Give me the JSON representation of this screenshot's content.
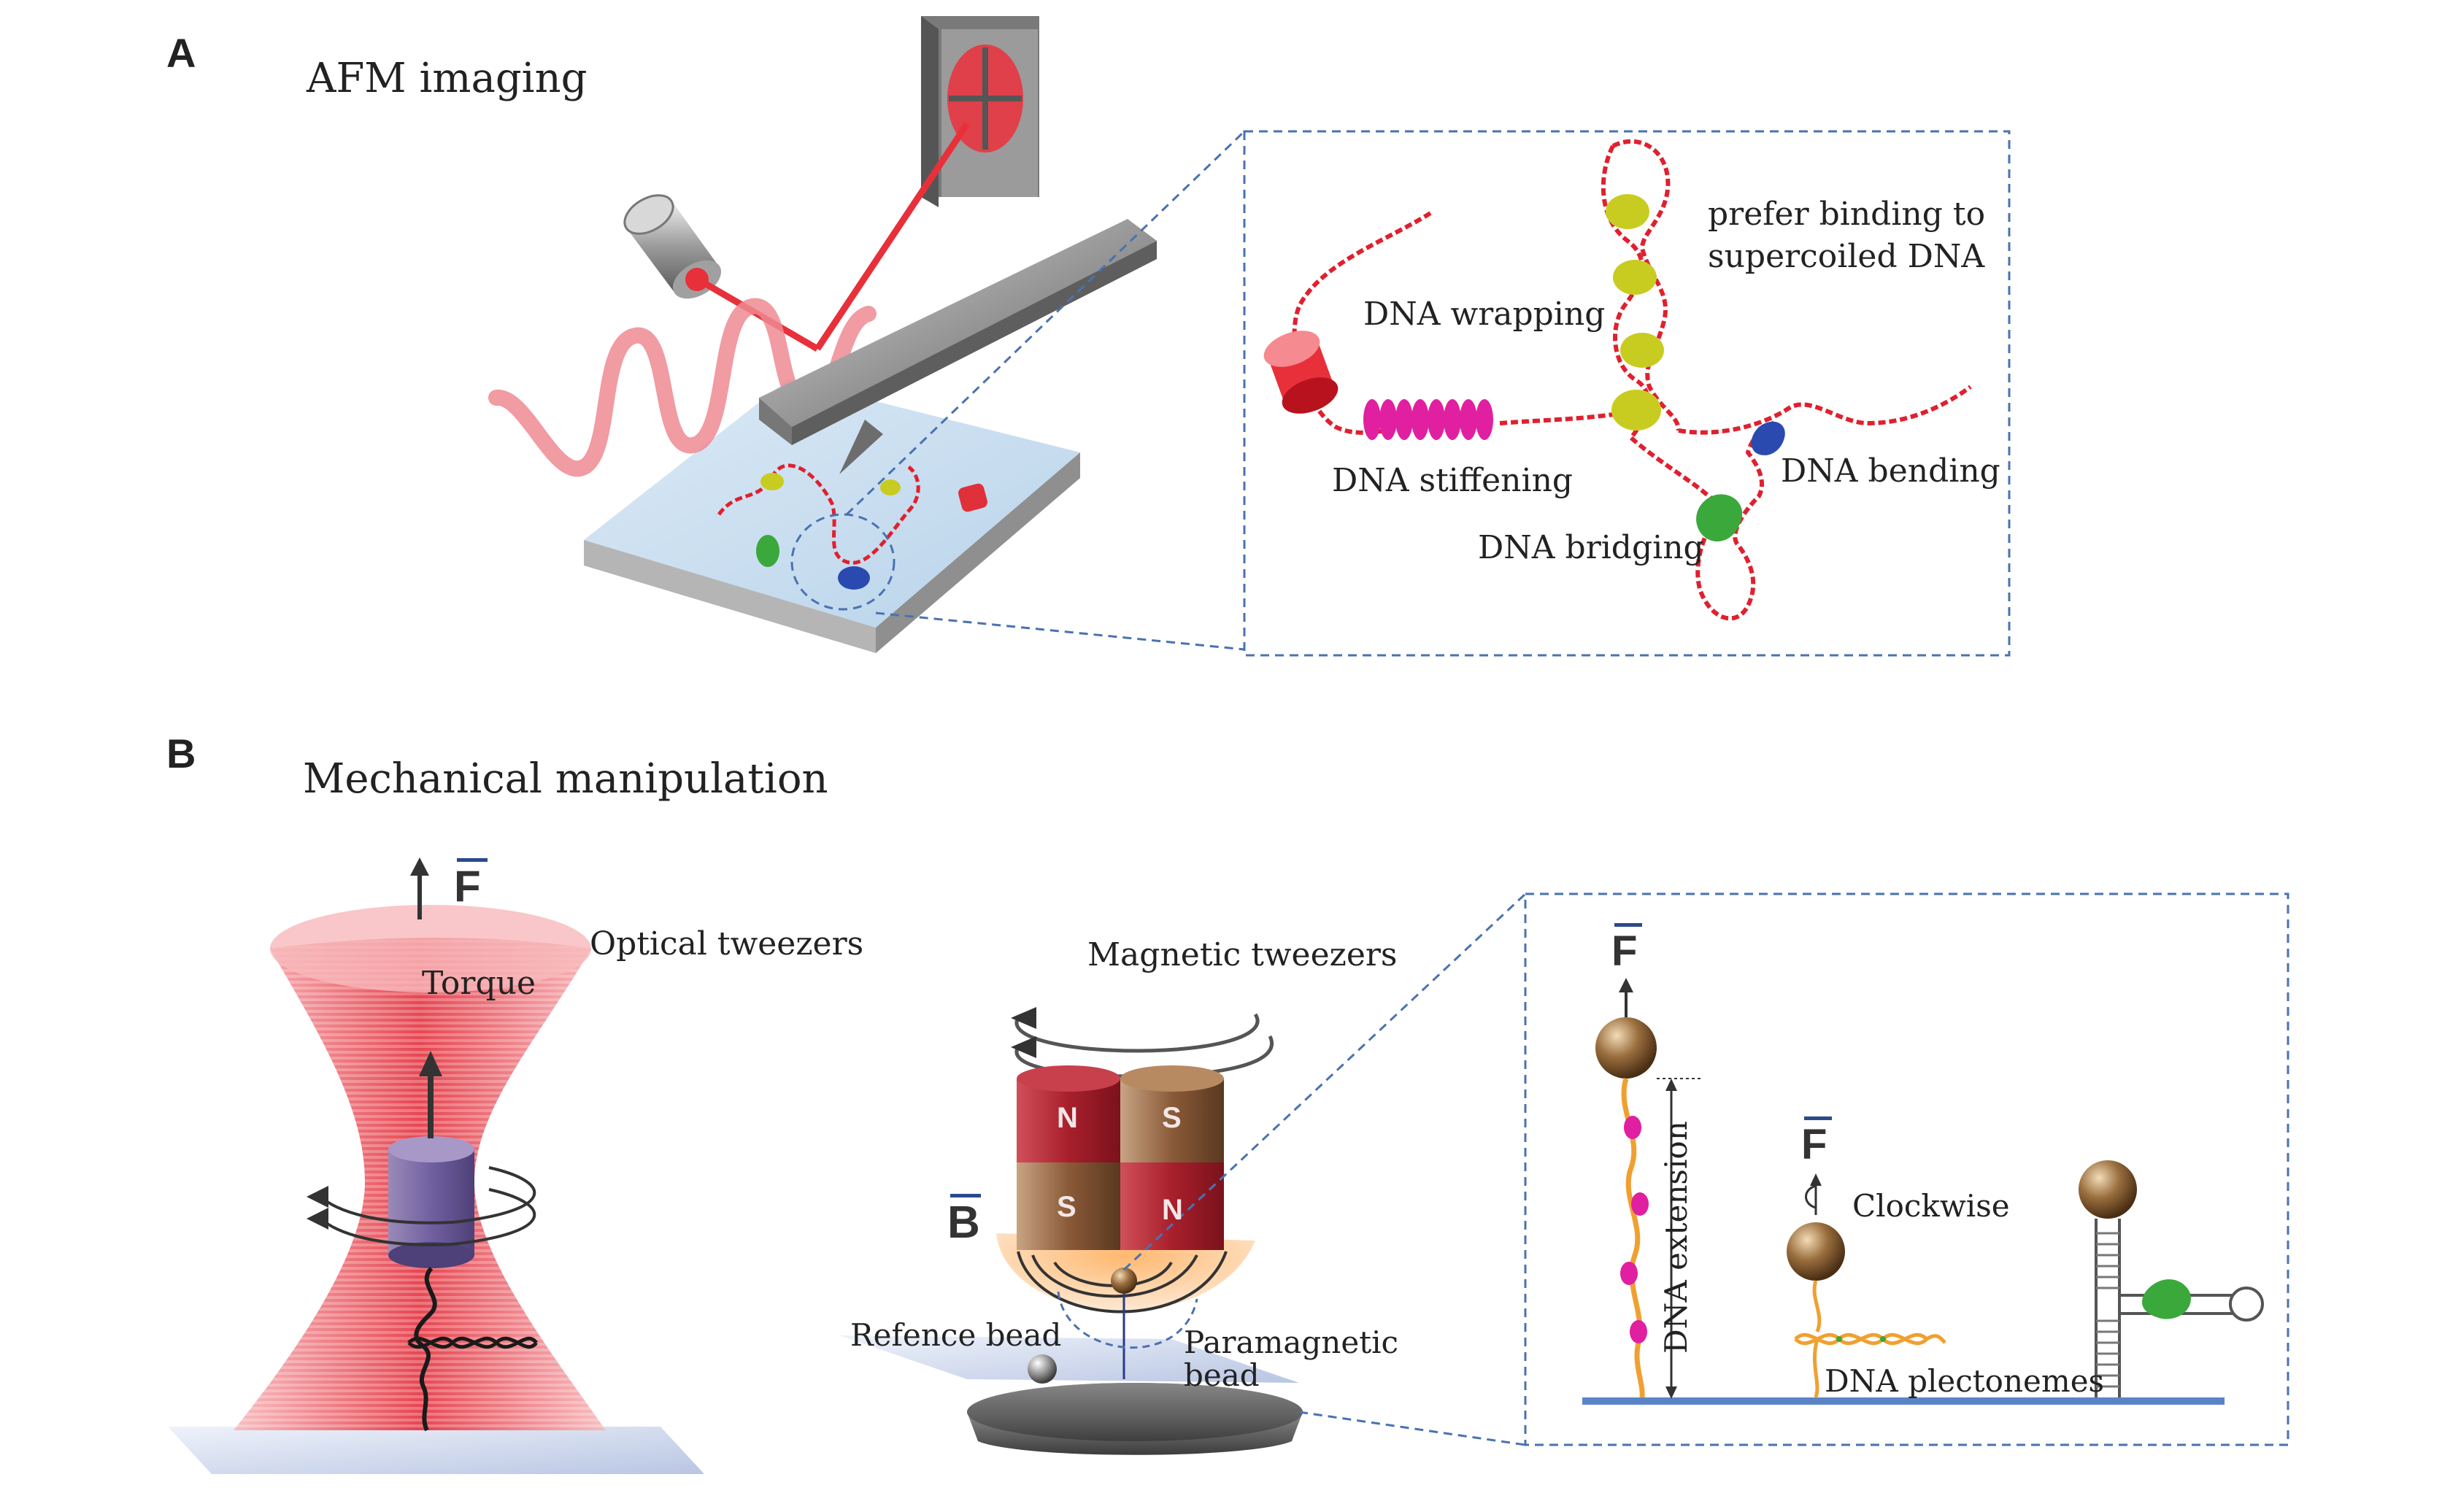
{
  "panel_a": {
    "letter": "A",
    "title": "AFM imaging",
    "notes": {
      "prefer_binding_1": "prefer binding to",
      "prefer_binding_2": "supercoiled DNA",
      "wrapping": "DNA wrapping",
      "stiffening": "DNA stiffening",
      "bending": "DNA bending",
      "bridging": "DNA bridging"
    }
  },
  "panel_b": {
    "letter": "B",
    "title": "Mechanical manipulation",
    "optical": {
      "force_label": "F",
      "title": "Optical tweezers",
      "torque": "Torque"
    },
    "magnetic": {
      "title": "Magnetic tweezers",
      "field_label": "B",
      "magnet_labels": [
        "N",
        "S",
        "S",
        "N"
      ],
      "reference_bead": "Refence bead",
      "paramagnetic_1": "Paramagnetic",
      "paramagnetic_2": "bead"
    },
    "inset": {
      "force_label_1": "F",
      "force_label_2": "F",
      "extension": "DNA extension",
      "clockwise": "Clockwise",
      "plectonemes": "DNA plectonemes"
    }
  },
  "colors": {
    "dna": "#e0202e",
    "laser": "#e8303a",
    "sample_surface": "#cfe3f3",
    "frame_dash": "#4a72b0",
    "yellow_protein": "#c8cc20",
    "blue_protein": "#2a4ab0",
    "green_protein": "#3aa83a",
    "magenta_protein": "#e020a0",
    "magnet_red": "#a82430",
    "magnet_brown": "#8a5a38",
    "bead_bronze": "#8a6438",
    "substrate_line": "#5b84c8"
  }
}
